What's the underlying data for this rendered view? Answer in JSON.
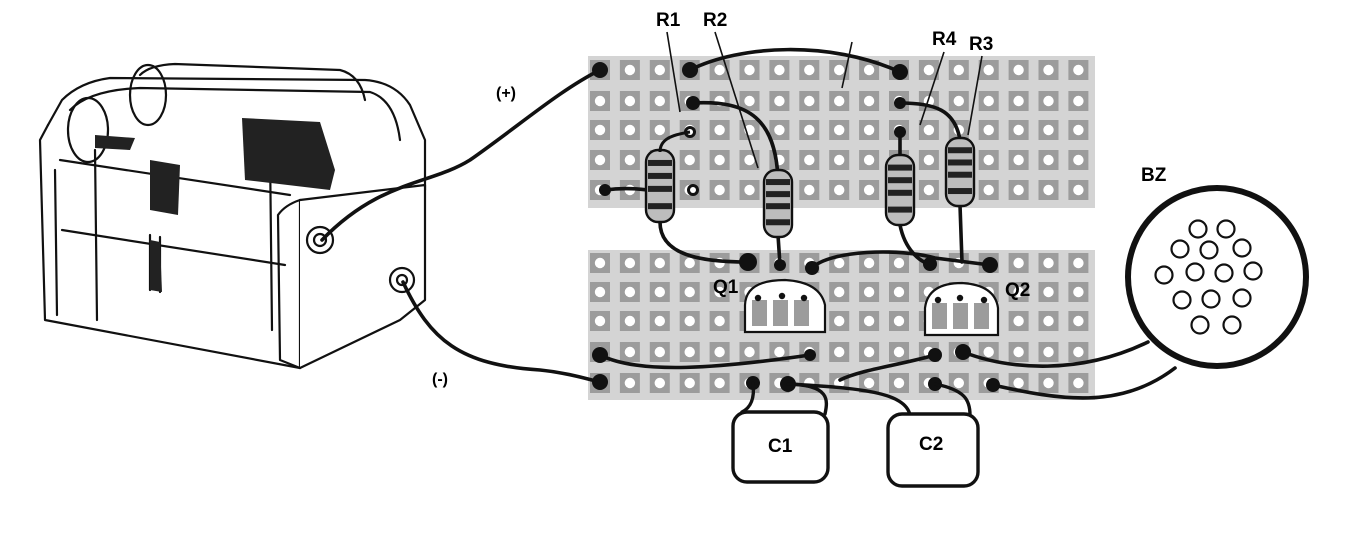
{
  "labels": {
    "r1": "R1",
    "r2": "R2",
    "r3": "R3",
    "r4": "R4",
    "q1": "Q1",
    "q2": "Q2",
    "c1": "C1",
    "c2": "C2",
    "bz": "BZ",
    "plus": "(+)",
    "minus": "(-)"
  },
  "colors": {
    "board": "#d4d4d4",
    "pad": "#9c9c9c",
    "wire": "#111111"
  }
}
